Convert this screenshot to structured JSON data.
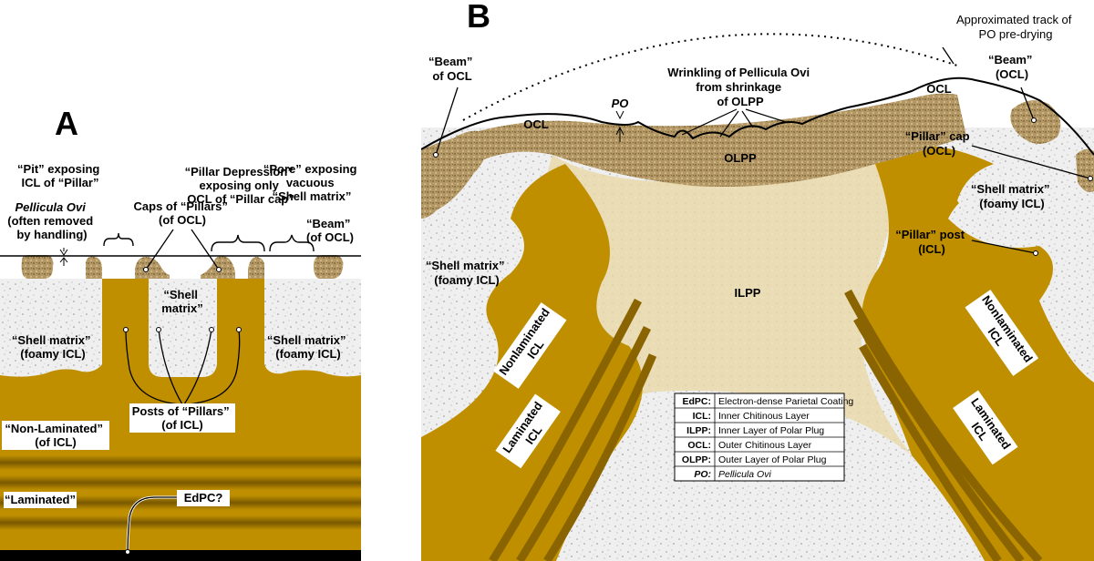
{
  "panels": {
    "a": "A",
    "b": "B"
  },
  "colors": {
    "gold": "#BF8F00",
    "dark_gold": "#8A6400",
    "foam": "#EFEFEF",
    "ilpp": "#EADCB4",
    "ocl": "#B39865"
  },
  "panel_a": {
    "pit": [
      "“Pit” exposing",
      "ICL of “Pillar”"
    ],
    "pillar_depression": [
      "“Pillar Depression”",
      "exposing only",
      "OCL of “Pillar cap”"
    ],
    "pore": [
      "“Pore” exposing",
      "vacuous",
      "“Shell matrix”"
    ],
    "pellicula": [
      "Pellicula Ovi",
      "(often removed",
      "by handling)"
    ],
    "caps": [
      "Caps of “Pillars”",
      "(of OCL)"
    ],
    "beam": [
      "“Beam”",
      "(of OCL)"
    ],
    "shell_matrix_center": [
      "“Shell",
      "matrix”"
    ],
    "shell_matrix_left": [
      "“Shell matrix”",
      "(foamy ICL)"
    ],
    "shell_matrix_right": [
      "“Shell matrix”",
      "(foamy ICL)"
    ],
    "posts": [
      "Posts of “Pillars”",
      "(of ICL)"
    ],
    "non_laminated": [
      "“Non-Laminated”",
      "(of ICL)"
    ],
    "laminated": "“Laminated”",
    "edpc": "EdPC?"
  },
  "panel_b": {
    "track": [
      "Approximated track of",
      "PO pre-drying"
    ],
    "beam_left": [
      "“Beam”",
      "of OCL"
    ],
    "beam_right": [
      "“Beam”",
      "(OCL)"
    ],
    "wrinkling": [
      "Wrinkling of Pellicula Ovi",
      "from shrinkage",
      "of OLPP"
    ],
    "po": "PO",
    "ocl_left": "OCL",
    "ocl_right": "OCL",
    "olpp": "OLPP",
    "ilpp": "ILPP",
    "pillar_cap": [
      "“Pillar” cap",
      "(OCL)"
    ],
    "shell_matrix_right": [
      "“Shell matrix”",
      "(foamy ICL)"
    ],
    "pillar_post": [
      "“Pillar” post",
      "(ICL)"
    ],
    "shell_matrix_left": [
      "“Shell matrix”",
      "(foamy ICL)"
    ],
    "nonlam_left": [
      "Nonlaminated",
      "ICL"
    ],
    "nonlam_right": [
      "Nonlaminated",
      "ICL"
    ],
    "lam_left": [
      "Laminated",
      "ICL"
    ],
    "lam_right": [
      "Laminated",
      "ICL"
    ]
  },
  "legend": [
    {
      "abbr": "EdPC:",
      "desc": "Electron-dense Parietal Coating"
    },
    {
      "abbr": "ICL:",
      "desc": "Inner Chitinous Layer"
    },
    {
      "abbr": "ILPP:",
      "desc": "Inner Layer of Polar Plug"
    },
    {
      "abbr": "OCL:",
      "desc": "Outer Chitinous Layer"
    },
    {
      "abbr": "OLPP:",
      "desc": "Outer Layer of Polar Plug"
    },
    {
      "abbr": "PO:",
      "desc": "Pellicula Ovi"
    }
  ]
}
